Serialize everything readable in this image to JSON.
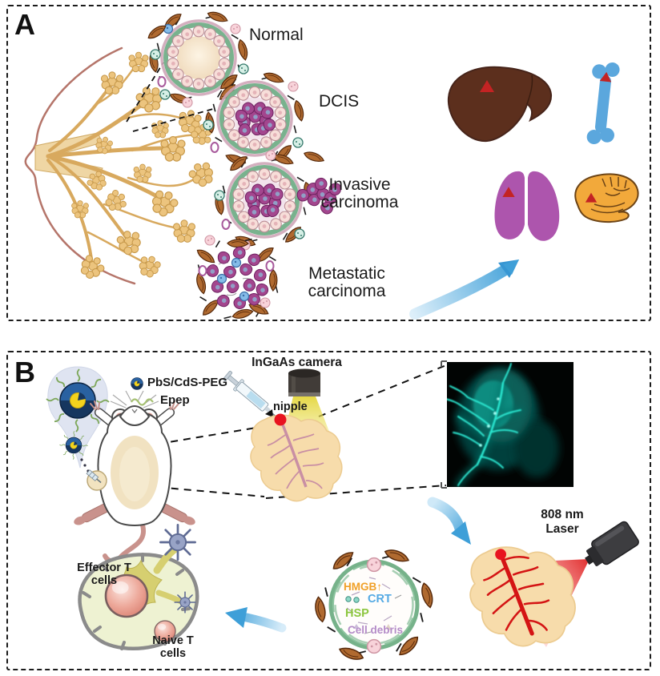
{
  "colors": {
    "arrow-blue": "#3e9fd8",
    "laser-red": "#e02424",
    "fluor-cyan": "#2fe9d6",
    "hmgb-orange": "#f0a028",
    "crt-blue": "#55aae4",
    "hsp-green": "#8cc63f",
    "debris-purple": "#b48cc8",
    "tumor-purple": "#a3468e",
    "gland-tan": "#f6dcab",
    "bone-blue": "#5ba7dd",
    "lung-purple": "#ad55ad",
    "liver-brown": "#5c2f1d",
    "brain-orange": "#f2a93b"
  },
  "panel_a": {
    "label": "A",
    "stages": {
      "normal": "Normal",
      "dcis": "DCIS",
      "invasive": "Invasive carcinoma",
      "metastatic": "Metastatic carcinoma"
    },
    "organ_icons": [
      "liver-icon",
      "bone-icon",
      "lung-icon",
      "brain-icon"
    ]
  },
  "panel_b": {
    "label": "B",
    "legend": {
      "nanoparticle": "PbS/CdS-PEG",
      "peptide": "Epep"
    },
    "camera_label": "InGaAs camera",
    "nipple_label": "nipple",
    "laser_label": "808 nm Laser",
    "icd_markers": {
      "hmgb": "HMGB↑",
      "crt": "CRT",
      "hsp": "HSP",
      "debris": "Cell debris"
    },
    "cell_labels": {
      "effector": "Effector T cells",
      "naive": "Naive T cells"
    }
  }
}
